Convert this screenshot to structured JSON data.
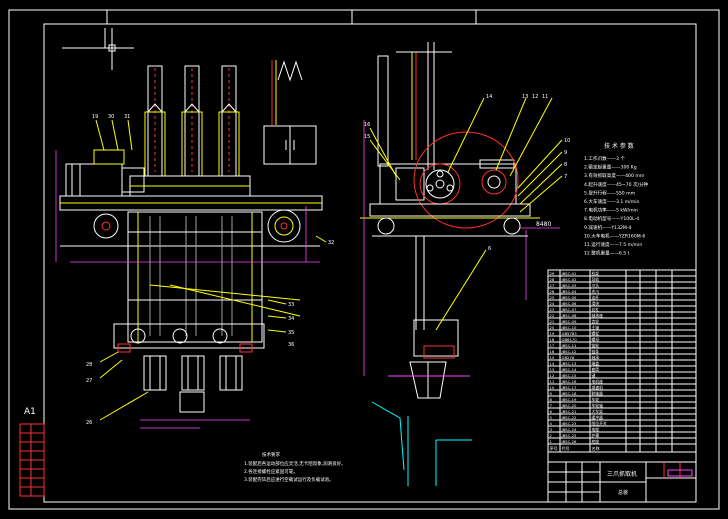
{
  "colors": {
    "background": "#000000",
    "frame": "#ffffff",
    "yellow": "#ffff00",
    "red": "#ff3030",
    "magenta": "#ff40ff",
    "cyan": "#00ffff",
    "green": "#00ff00",
    "gray": "#a0a0a0"
  },
  "sheet_size": "A1",
  "front_view": {
    "leaders": [
      "19",
      "30",
      "31",
      "32",
      "33",
      "34",
      "35",
      "36",
      "27",
      "28",
      "26"
    ]
  },
  "side_view": {
    "leaders": [
      "16",
      "15",
      "14",
      "13",
      "12",
      "11",
      "10",
      "9",
      "8",
      "7",
      "6"
    ],
    "level_mark": "8480"
  },
  "tech_params": {
    "title": "技 术 参 数",
    "rows": [
      "1.工作爪数——3 个",
      "2.额定起重量——300 Kg",
      "3.有效抓取高度——400 mm",
      "4.起升速度——45~70 次/分钟",
      "5.提升行程——550 mm",
      "6.大车速度——3.1 m/min",
      "7.电机功率——5 kW/min",
      "8.电动机型号——Y100L-4",
      "9.减速机——Y132M-4",
      "10.大车电机——YZR160M-6",
      "11.运行速度——7.5 m/min",
      "12.整机重量——6.5 t"
    ]
  },
  "notes": {
    "title": "技术要求",
    "lines": [
      "1.装配后各运动部位应灵活,无卡阻现象,润滑良好。",
      "2.各连接螺栓应紧固可靠。",
      "3.装配完毕后应进行空载试运行及负载试验。"
    ]
  },
  "parts_table": {
    "rows": [
      [
        "29",
        "JBSC-01",
        "机架"
      ],
      [
        "28",
        "JBSC-02",
        "导轨"
      ],
      [
        "27",
        "JBSC-03",
        "爪头"
      ],
      [
        "26",
        "JBSC-04",
        "夹爪"
      ],
      [
        "25",
        "JBSC-05",
        "连杆"
      ],
      [
        "24",
        "JBSC-06",
        "滑块"
      ],
      [
        "23",
        "JBSC-07",
        "丝杠"
      ],
      [
        "22",
        "JBSC-08",
        "轴承座"
      ],
      [
        "21",
        "JBSC-09",
        "齿轮"
      ],
      [
        "20",
        "JBSC-10",
        "主轴"
      ],
      [
        "19",
        "GB5783",
        "螺栓"
      ],
      [
        "18",
        "GB6170",
        "螺母"
      ],
      [
        "17",
        "JBSC-11",
        "链轮"
      ],
      [
        "16",
        "JBSC-12",
        "链条"
      ],
      [
        "15",
        "GB276",
        "轴承"
      ],
      [
        "14",
        "JBSC-13",
        "端盖"
      ],
      [
        "13",
        "JBSC-14",
        "套筒"
      ],
      [
        "12",
        "JBSC-15",
        "键"
      ],
      [
        "11",
        "JBSC-16",
        "电机座"
      ],
      [
        "10",
        "JBSC-17",
        "减速机"
      ],
      [
        "9",
        "JBSC-18",
        "联轴器"
      ],
      [
        "8",
        "JBSC-19",
        "车轮"
      ],
      [
        "7",
        "JBSC-20",
        "车轮轴"
      ],
      [
        "6",
        "JBSC-21",
        "大车架"
      ],
      [
        "5",
        "JBSC-22",
        "缓冲器"
      ],
      [
        "4",
        "JBSC-23",
        "限位开关"
      ],
      [
        "3",
        "JBSC-24",
        "电缆"
      ],
      [
        "2",
        "JBSC-25",
        "护罩"
      ],
      [
        "1",
        "JBSC-26",
        "底座"
      ]
    ],
    "header": [
      "序号",
      "代号",
      "名称"
    ]
  },
  "title_block": {
    "drawing_name": "三爪抓取机",
    "label": "总装"
  }
}
